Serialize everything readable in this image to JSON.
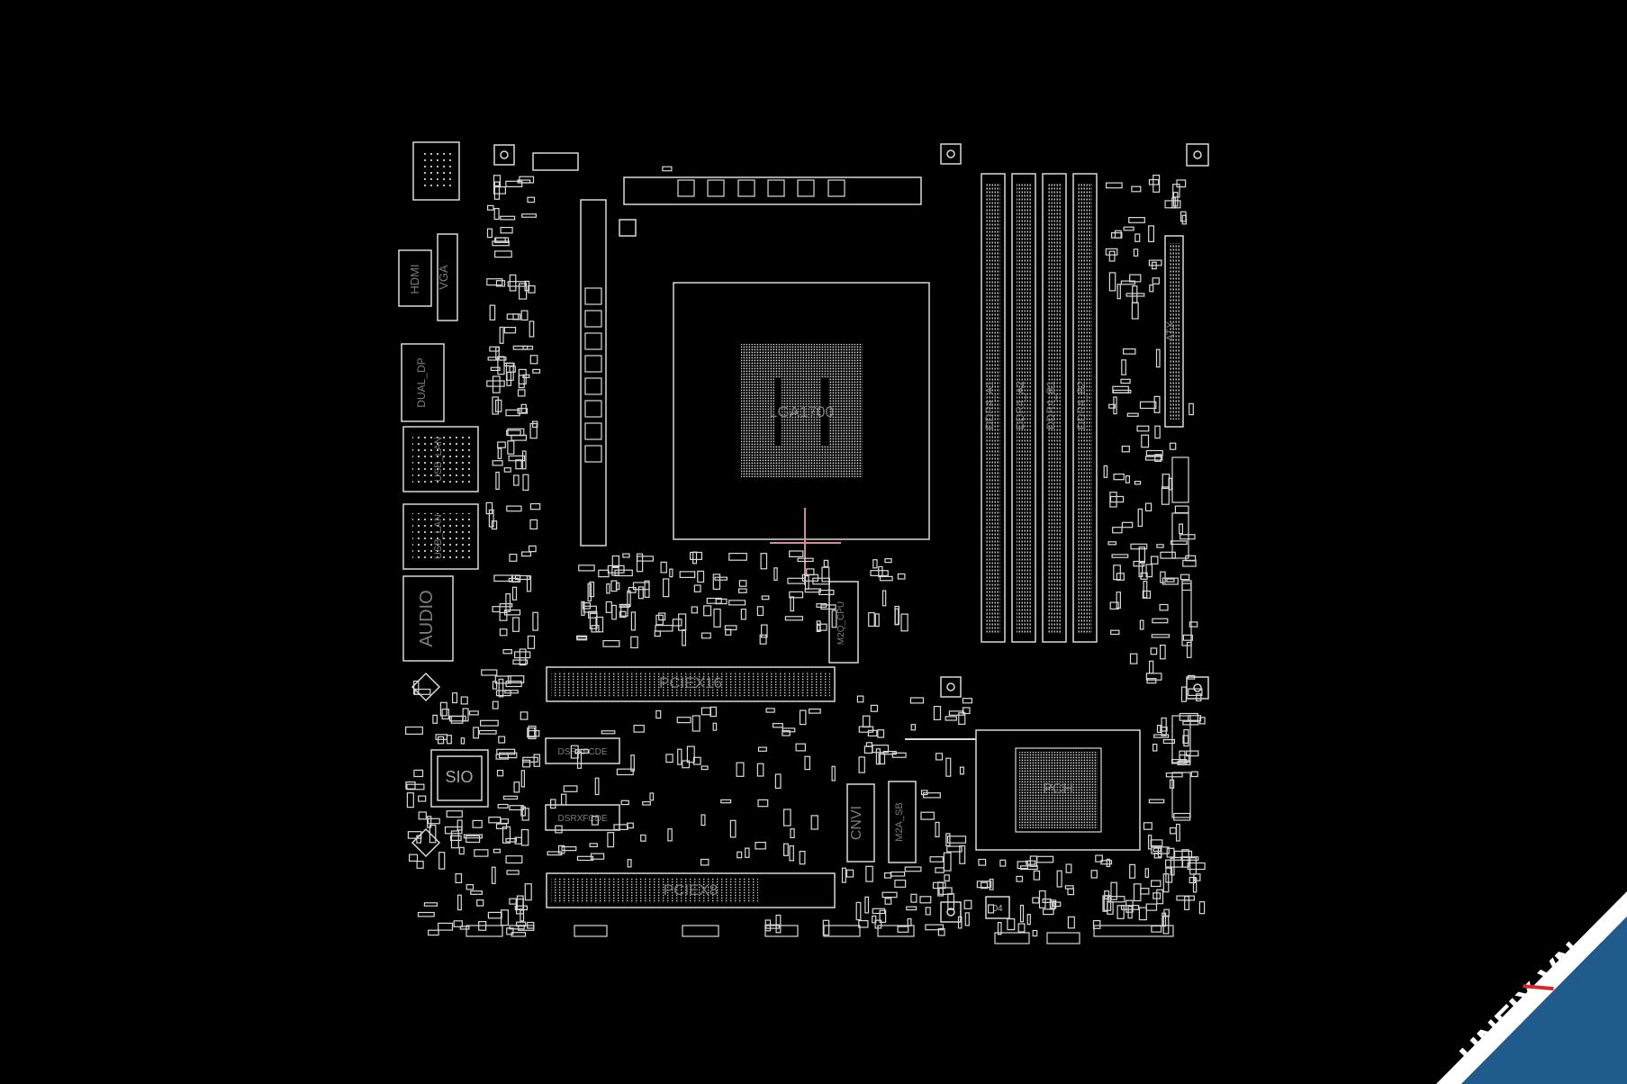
{
  "labels": {
    "hdmi": "HDMI",
    "vga": "VGA",
    "dual_dp": "DUAL_DP",
    "usb_lan_1": "USB_LAN",
    "usb_lan_2": "USB_LAN",
    "audio": "AUDIO",
    "sio": "SIO",
    "cpu_socket": "LGA1700",
    "dimm_a1": "DDR4_A1",
    "dimm_a2": "DDR4_A2",
    "dimm_b1": "DDR4_B1",
    "dimm_b2": "DDR4_B2",
    "atx": "ATX",
    "m2_cpu": "M2Q_CPU",
    "pciex16": "PCIEX16",
    "pciex8": "PCIEX8",
    "header_1": "DSRXFCDE",
    "header_2": "DSRXFCDE",
    "cnvi": "CNVI",
    "m2a_sb": "M2A_SB",
    "pch": "PCH",
    "chip_04": "04"
  },
  "watermark": {
    "text": "HNFIX.VN",
    "colors": {
      "band": "#1f5b8c",
      "band_edge": "#ffffff",
      "x_mark": "#d8262d"
    }
  },
  "colors": {
    "background": "#000000",
    "outline": "#d9d9d9",
    "label": "#7d7d7d",
    "highlight": "#d48a97"
  }
}
